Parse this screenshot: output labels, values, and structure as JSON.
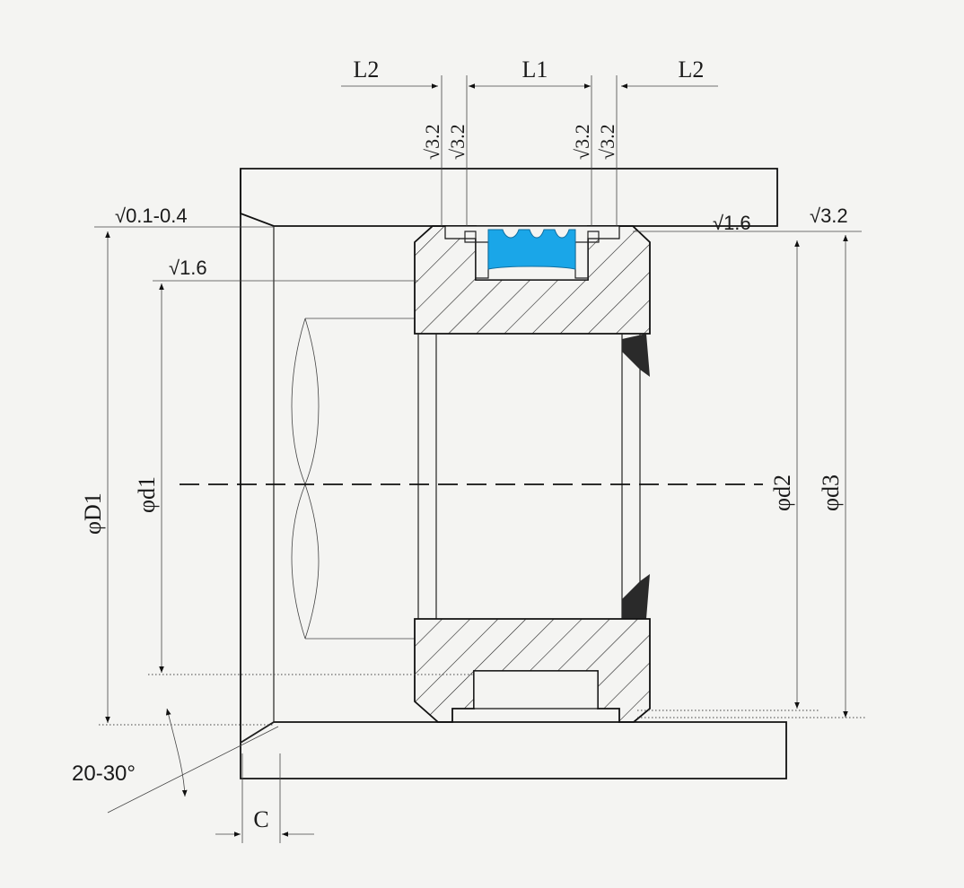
{
  "dimensions": {
    "L2_left": "L2",
    "L1": "L1",
    "L2_right": "L2",
    "D1": "φD1",
    "d1": "φd1",
    "d2": "φd2",
    "d3": "φd3",
    "chamfer": "C",
    "angle": "20-30°"
  },
  "surface_finish": {
    "groove_wall_1": "√3.2",
    "groove_wall_2": "√3.2",
    "groove_wall_3": "√3.2",
    "groove_wall_4": "√3.2",
    "bore_entry": "√0.1-0.4",
    "bore": "√1.6",
    "groove_bottom": "√1.6",
    "rod": "√3.2"
  },
  "colors": {
    "seal": "#1aa6e8",
    "backup_ring": "#2a2a2a",
    "line": "#1a1a1a"
  }
}
